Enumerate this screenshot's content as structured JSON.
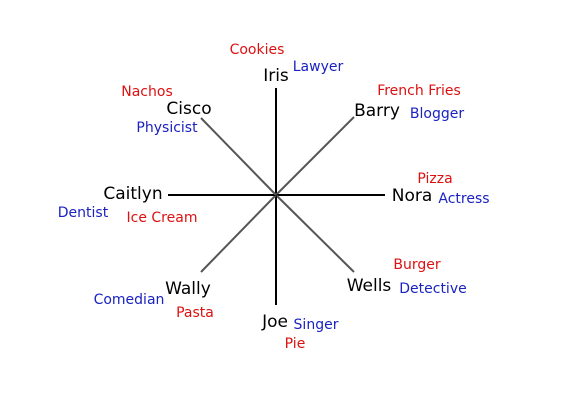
{
  "colors": {
    "name": "#000000",
    "food": "#dd1111",
    "job": "#1a22c0"
  },
  "people": [
    {
      "id": "iris",
      "name": "Iris",
      "food": "Cookies",
      "job": "Lawyer"
    },
    {
      "id": "barry",
      "name": "Barry",
      "food": "French Fries",
      "job": "Blogger"
    },
    {
      "id": "nora",
      "name": "Nora",
      "food": "Pizza",
      "job": "Actress"
    },
    {
      "id": "wells",
      "name": "Wells",
      "food": "Burger",
      "job": "Detective"
    },
    {
      "id": "joe",
      "name": "Joe",
      "food": "Pie",
      "job": "Singer"
    },
    {
      "id": "wally",
      "name": "Wally",
      "food": "Pasta",
      "job": "Comedian"
    },
    {
      "id": "caitlyn",
      "name": "Caitlyn",
      "food": "Ice Cream",
      "job": "Dentist"
    },
    {
      "id": "cisco",
      "name": "Cisco",
      "food": "Nachos",
      "job": "Physicist"
    }
  ]
}
